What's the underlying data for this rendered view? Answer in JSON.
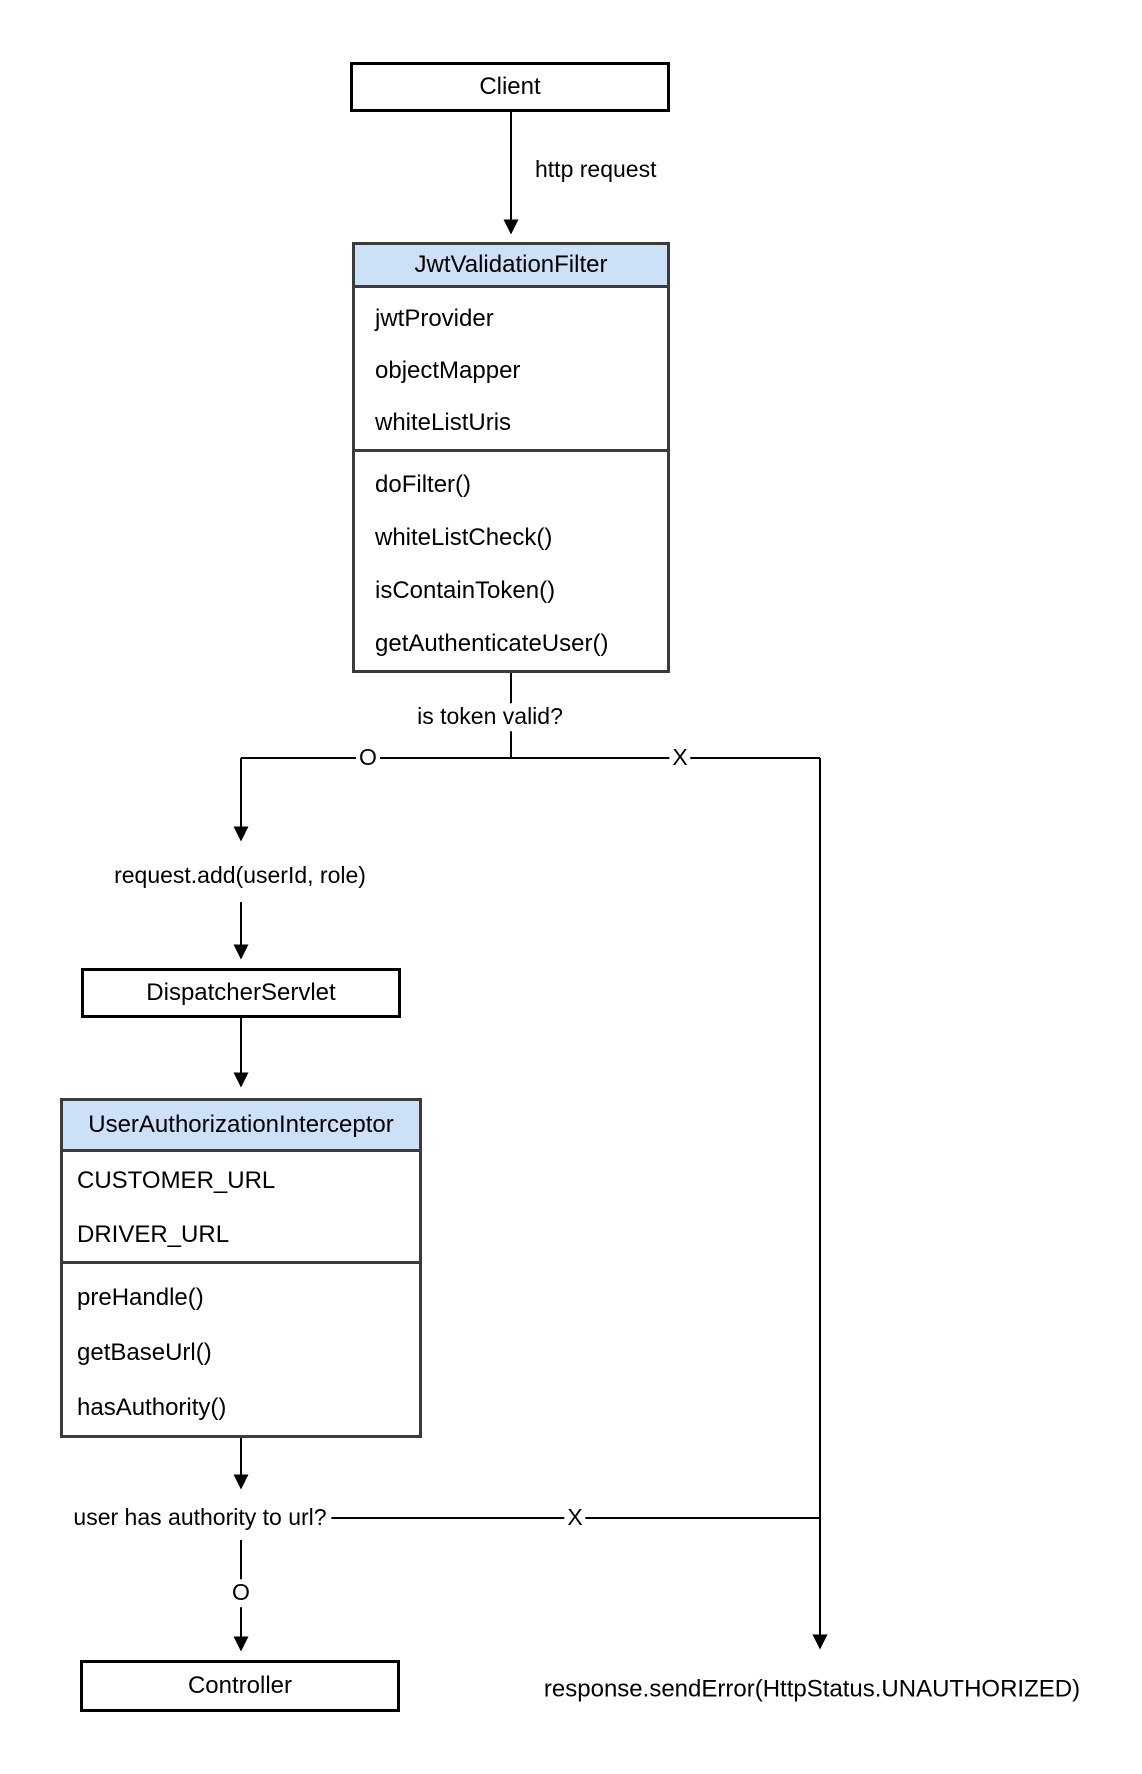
{
  "diagram": {
    "nodes": {
      "client": "Client",
      "dispatcher_servlet": "DispatcherServlet",
      "controller": "Controller"
    },
    "jwt_validation_filter": {
      "title": "JwtValidationFilter",
      "fields": [
        "jwtProvider",
        "objectMapper",
        "whiteListUris"
      ],
      "methods": [
        "doFilter()",
        "whiteListCheck()",
        "isContainToken()",
        "getAuthenticateUser()"
      ]
    },
    "user_authorization_interceptor": {
      "title": "UserAuthorizationInterceptor",
      "fields": [
        "CUSTOMER_URL",
        "DRIVER_URL"
      ],
      "methods": [
        "preHandle()",
        "getBaseUrl()",
        "hasAuthority()"
      ]
    },
    "edge_labels": {
      "http_request": "http request",
      "is_token_valid": "is token valid?",
      "token_valid_yes": "O",
      "token_valid_no": "X",
      "request_add": "request.add(userId, role)",
      "user_has_authority": "user has authority to url?",
      "authority_no": "X",
      "authority_yes": "O",
      "error_response": "response.sendError(HttpStatus.UNAUTHORIZED)"
    },
    "colors": {
      "header_fill": "#cce0f7",
      "class_border": "#3b3b3b",
      "box_border": "#000000",
      "line": "#000000"
    }
  }
}
